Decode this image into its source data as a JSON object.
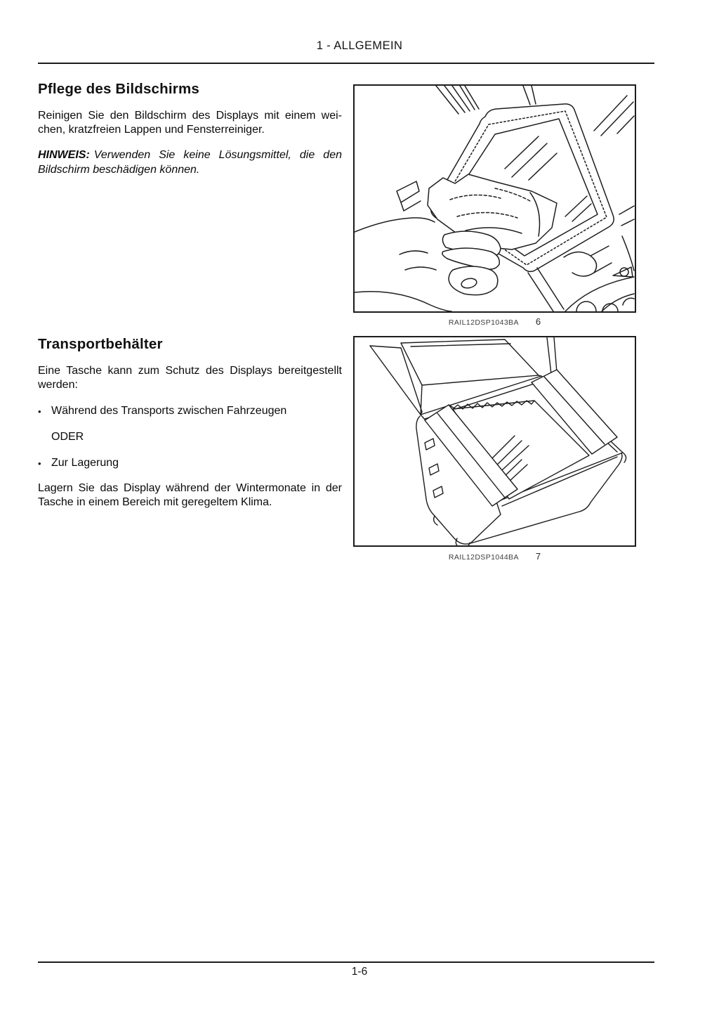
{
  "page": {
    "header_title": "1 - ALLGEMEIN",
    "page_number": "1-6"
  },
  "section_care": {
    "heading": "Pflege des Bildschirms",
    "body": "Reinigen Sie den Bildschirm des Displays mit einem wei­chen, kratzfreien Lappen und Fensterreiniger.",
    "note_label": "HINWEIS:",
    "note_body": "Verwenden Sie keine Lösungsmittel, die den Bildschirm beschädigen können.",
    "figure": {
      "code": "RAIL12DSP1043BA",
      "number": "6"
    }
  },
  "section_transport": {
    "heading": "Transportbehälter",
    "intro": "Eine Tasche kann zum Schutz des Displays bereitgestellt werden:",
    "bullets": [
      "Während des Transports zwischen Fahrzeugen",
      "Zur Lagerung"
    ],
    "or_label": "ODER",
    "outro": "Lagern Sie das Display während der Wintermonate in der Tasche in einem Bereich mit geregeltem Klima.",
    "figure": {
      "code": "RAIL12DSP1044BA",
      "number": "7"
    }
  }
}
